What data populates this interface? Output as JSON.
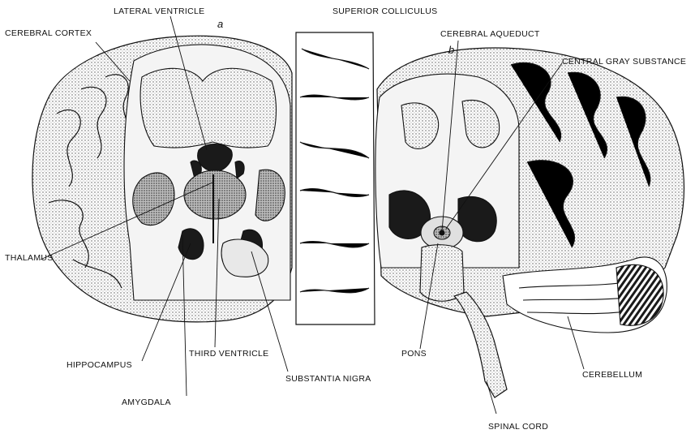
{
  "panels": {
    "a": "a",
    "b": "b"
  },
  "labels": {
    "lateral_ventricle": "LATERAL VENTRICLE",
    "superior_colliculus": "SUPERIOR COLLICULUS",
    "cerebral_cortex": "CEREBRAL CORTEX",
    "cerebral_aqueduct": "CEREBRAL AQUEDUCT",
    "central_gray_substance": "CENTRAL GRAY SUBSTANCE",
    "thalamus": "THALAMUS",
    "hippocampus": "HIPPOCAMPUS",
    "third_ventricle": "THIRD VENTRICLE",
    "pons": "PONS",
    "cerebellum": "CEREBELLUM",
    "substantia_nigra": "SUBSTANTIA NIGRA",
    "amygdala": "AMYGDALA",
    "spinal_cord": "SPINAL CORD"
  },
  "colors": {
    "ink": "#111111",
    "shading": "#8a8a8a",
    "background": "#ffffff"
  }
}
